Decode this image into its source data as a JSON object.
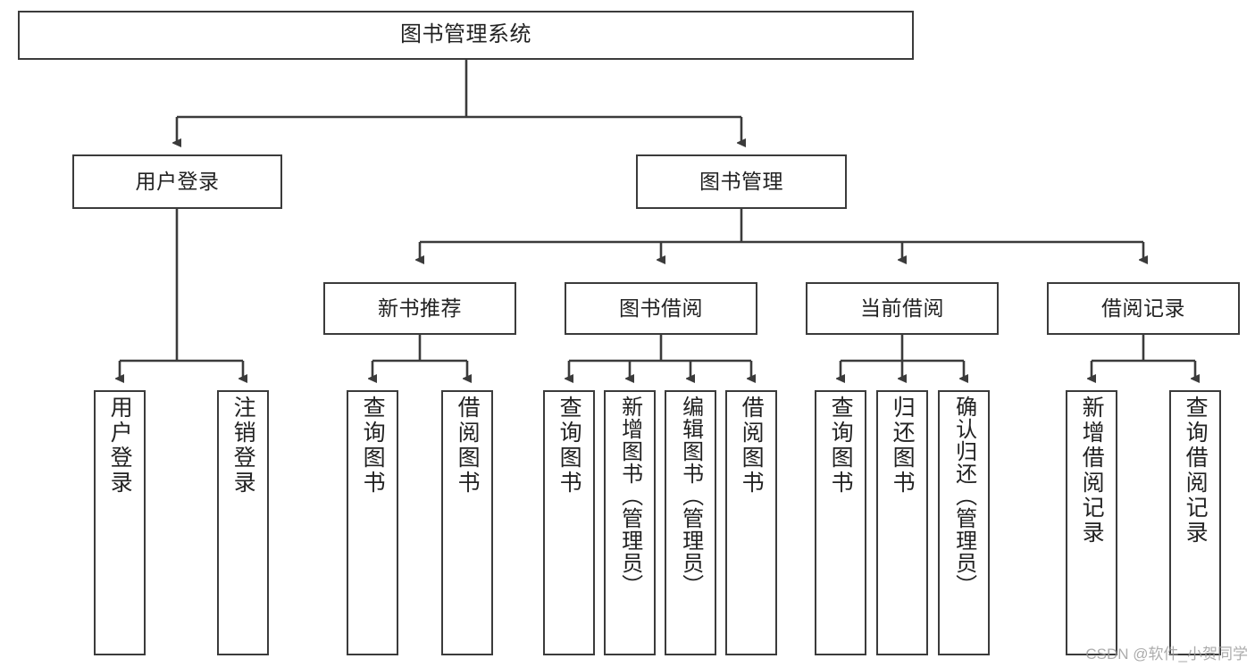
{
  "diagram": {
    "title": "图书管理系统",
    "type": "tree-hierarchy",
    "stroke_color": "#3b3b3b",
    "fill_color": "#ffffff",
    "text_color": "#222222"
  },
  "nodes": {
    "root": {
      "label": "图书管理系统"
    },
    "level2": [
      {
        "label": "用户登录"
      },
      {
        "label": "图书管理"
      }
    ],
    "level3": [
      {
        "label": "新书推荐"
      },
      {
        "label": "图书借阅"
      },
      {
        "label": "当前借阅"
      },
      {
        "label": "借阅记录"
      }
    ],
    "leaves_user_login": [
      {
        "label": "用户登录"
      },
      {
        "label": "注销登录"
      }
    ],
    "leaves_new_books": [
      {
        "label": "查询图书"
      },
      {
        "label": "借阅图书"
      }
    ],
    "leaves_book_borrow": [
      {
        "label": "查询图书"
      },
      {
        "label": "新增图书（管理员）"
      },
      {
        "label": "编辑图书（管理员）"
      },
      {
        "label": "借阅图书"
      }
    ],
    "leaves_current_borrow": [
      {
        "label": "查询图书"
      },
      {
        "label": "归还图书"
      },
      {
        "label": "确认归还（管理员）"
      }
    ],
    "leaves_borrow_records": [
      {
        "label": "新增借阅记录"
      },
      {
        "label": "查询借阅记录"
      }
    ]
  },
  "watermark": {
    "text": "CSDN @软件_小贺同学"
  }
}
